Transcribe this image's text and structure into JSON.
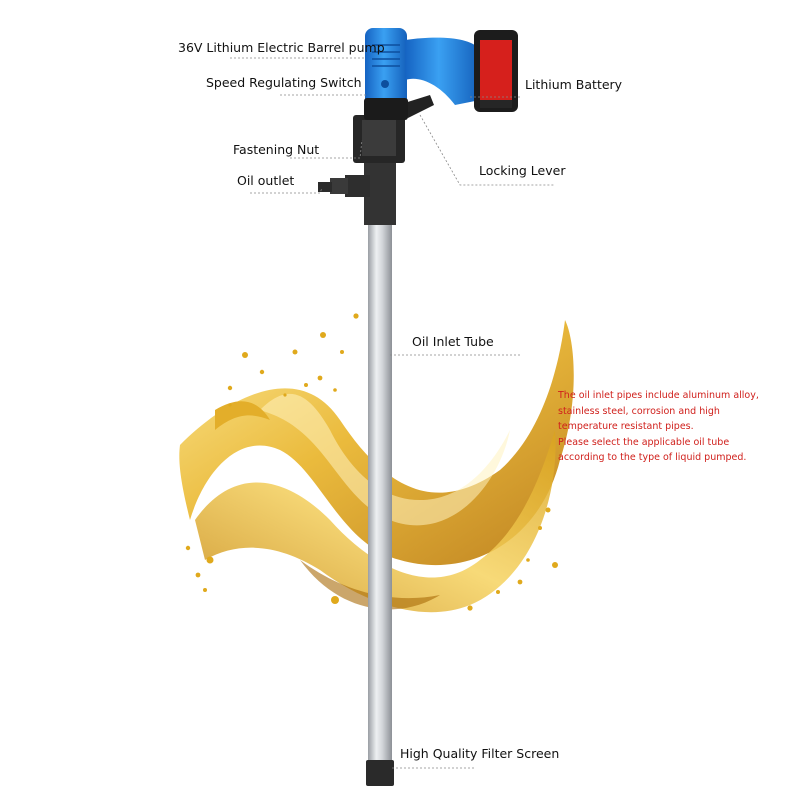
{
  "labels": {
    "pump": "36V Lithium Electric Barrel pump",
    "switch": "Speed Regulating Switch",
    "battery": "Lithium Battery",
    "nut": "Fastening Nut",
    "lever": "Locking Lever",
    "outlet": "Oil outlet",
    "inlet": "Oil Inlet Tube",
    "filter": "High Quality Filter Screen"
  },
  "note": {
    "lines": [
      "The oil inlet pipes include aluminum alloy,",
      "stainless steel, corrosion and high",
      "temperature resistant pipes.",
      "Please select the applicable oil tube",
      "according to the type of liquid pumped."
    ]
  },
  "colors": {
    "pump_body": "#1e88e5",
    "battery": "#d6201c",
    "oil": "#e0a91c",
    "note_text": "#d0201c"
  }
}
